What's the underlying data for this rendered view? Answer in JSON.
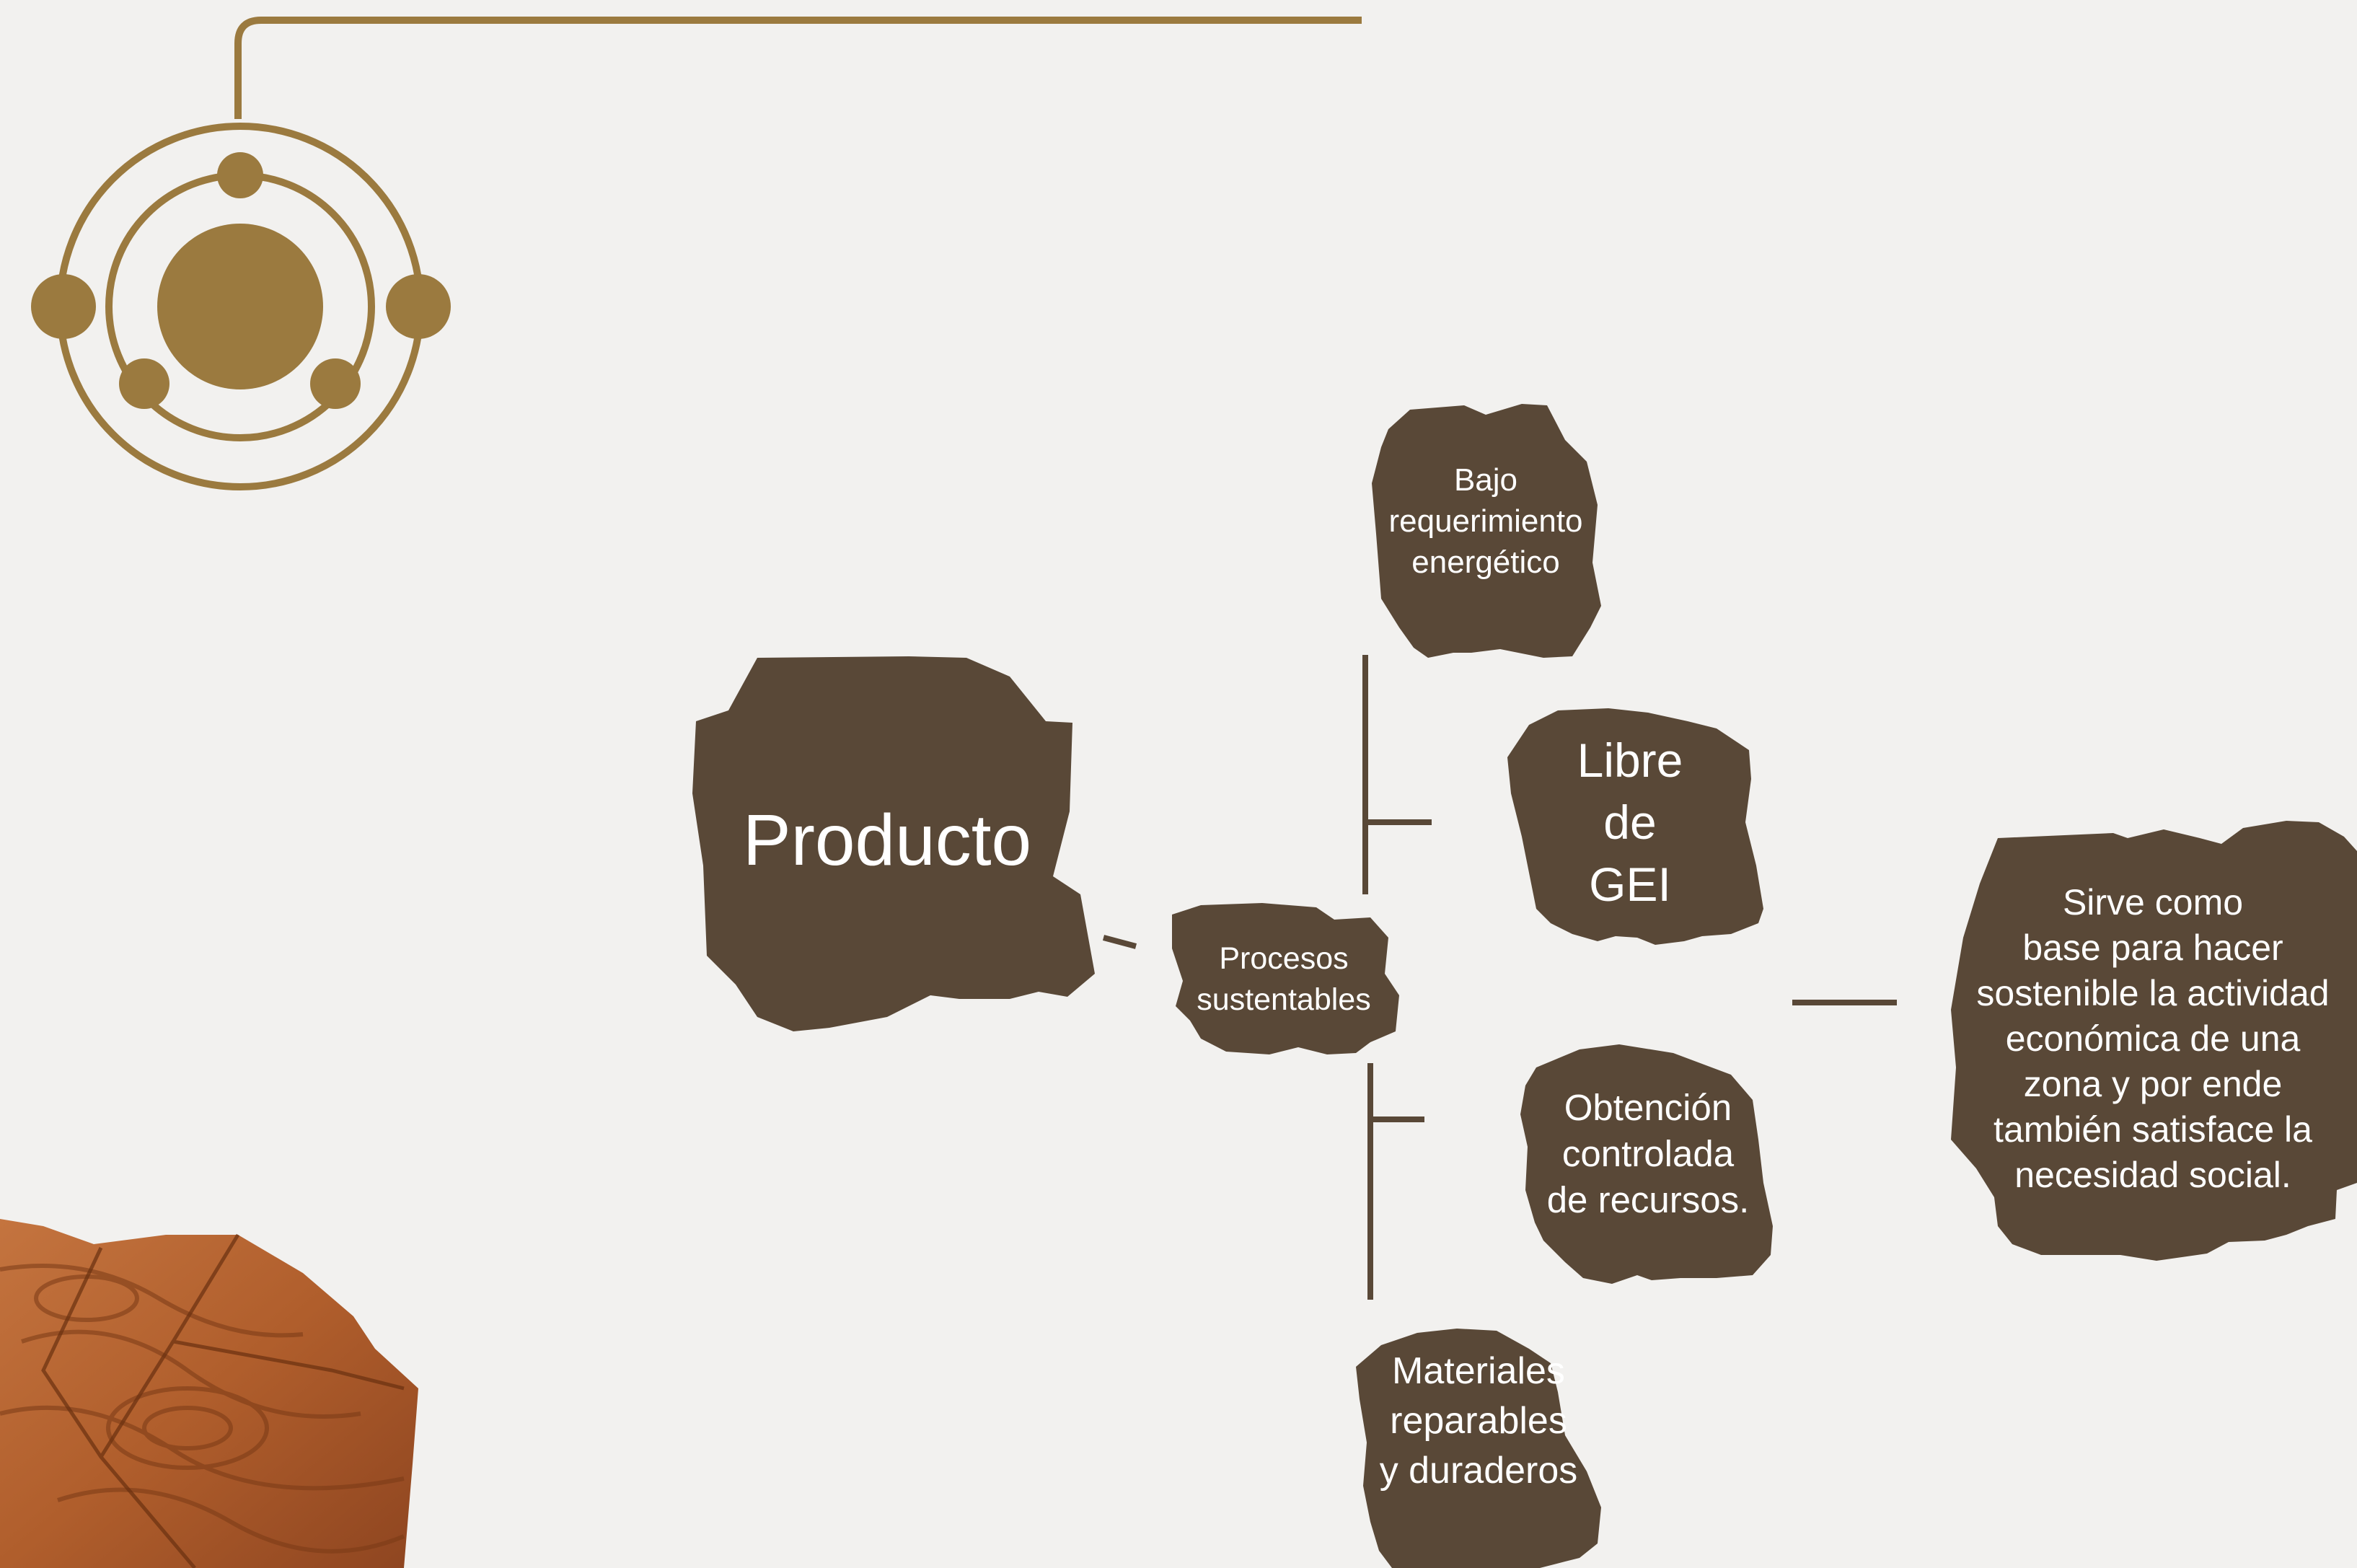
{
  "colors": {
    "background": "#f2f1ef",
    "node_fill": "#594837",
    "connector": "#594837",
    "accent_gold": "#9b7a3f",
    "text": "#ffffff"
  },
  "icons": {
    "orbit_logo": "atom-orbit-icon",
    "wood_decoration": "wood-slice-decoration"
  },
  "nodes": {
    "producto": "Producto",
    "procesos": "Procesos\nsustentables",
    "bajo": "Bajo\nrequerimiento\nenergético",
    "libre": "Libre\nde\nGEI",
    "obtencion": "Obtención\ncontrolada\nde recursos.",
    "materiales": "Materiales\nreparables\ny duraderos",
    "sirve": "Sirve como\nbase para hacer\nsostenible la actividad\neconómica de una\nzona y por ende\ntambién satisface la\nnecesidad social."
  }
}
